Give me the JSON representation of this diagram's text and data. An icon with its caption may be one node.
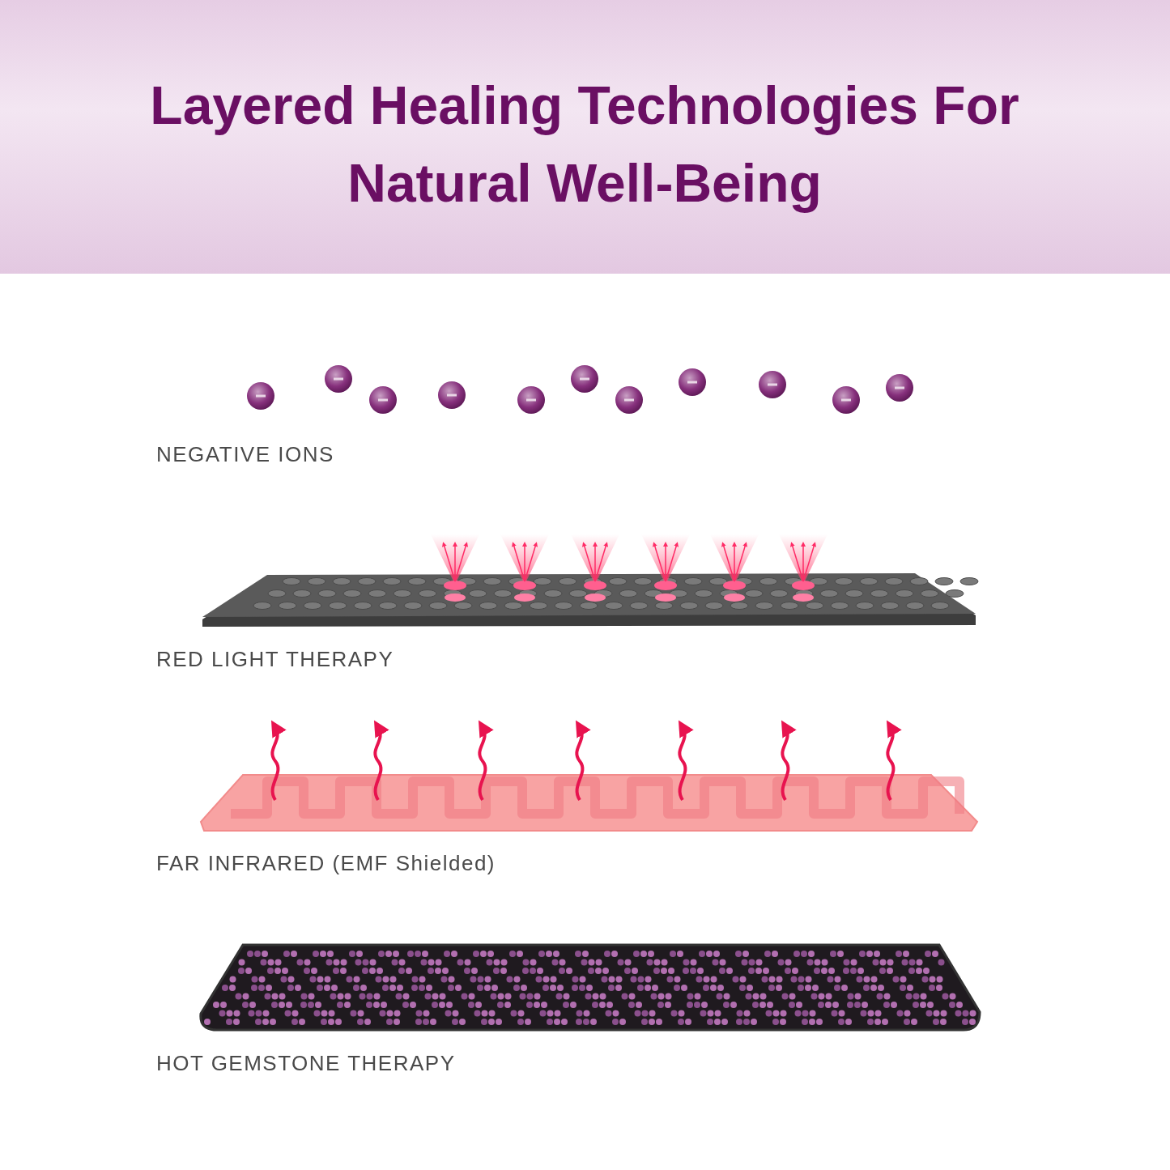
{
  "diagram": {
    "title": "Layered Healing Technologies For Natural Well-Being",
    "labels": [
      "NEGATIVE IONS",
      "RED LIGHT THERAPY",
      "FAR INFRARED (EMF Shielded)",
      "HOT GEMSTONE THERAPY"
    ]
  }
}
